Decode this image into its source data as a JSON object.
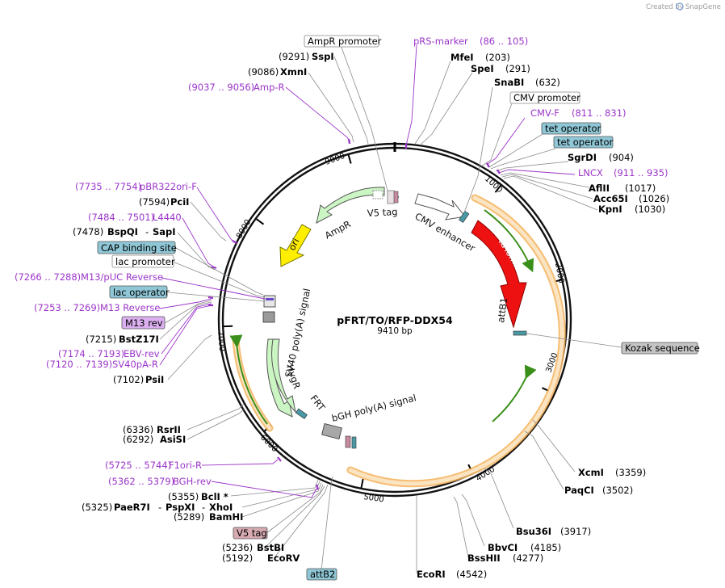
{
  "watermark": {
    "created_by": "Created by",
    "brand": "SnapGene"
  },
  "plasmid": {
    "name": "pFRT/TO/RFP-DDX54",
    "size": "9410 bp"
  },
  "ticks": [
    "1000",
    "2000",
    "3000",
    "4000",
    "5000",
    "6000",
    "7000",
    "8000",
    "9000"
  ],
  "features": {
    "cmv_enhancer": "CMV enhancer",
    "tdtomato": "tdTomato",
    "attb1": "attB1",
    "v5tag": "V5 tag",
    "ampr": "AmpR",
    "ori": "ori",
    "sv40": "SV40 poly(A) signal",
    "hygr": "HygR",
    "frt": "FRT",
    "bgh": "bGH poly(A) signal"
  },
  "labels": {
    "ampr_promoter": "AmpR promoter",
    "prs_marker": "pRS-marker",
    "prs_marker_pos": "(86 .. 105)",
    "mfei": "MfeI",
    "mfei_pos": "(203)",
    "spei": "SpeI",
    "spei_pos": "(291)",
    "snabi": "SnaBI",
    "snabi_pos": "(632)",
    "cmv_promoter": "CMV promoter",
    "cmvf": "CMV-F",
    "cmvf_pos": "(811 .. 831)",
    "tet_op1": "tet operator",
    "tet_op2": "tet operator",
    "sgrdi": "SgrDI",
    "sgrdi_pos": "(904)",
    "lncx": "LNCX",
    "lncx_pos": "(911 .. 935)",
    "aflii": "AflII",
    "aflii_pos": "(1017)",
    "acc65i": "Acc65I",
    "acc65i_pos": "(1026)",
    "kpni": "KpnI",
    "kpni_pos": "(1030)",
    "kozak": "Kozak sequence",
    "xcmi": "XcmI",
    "xcmi_pos": "(3359)",
    "paqci": "PaqCI",
    "paqci_pos": "(3502)",
    "bsu36i": "Bsu36I",
    "bsu36i_pos": "(3917)",
    "bbvci": "BbvCI",
    "bbvci_pos": "(4185)",
    "bsshii": "BssHII",
    "bsshii_pos": "(4277)",
    "ecori": "EcoRI",
    "ecori_pos": "(4542)",
    "attb2": "attB2",
    "ecorv": "EcoRV",
    "ecorv_pos": "(5192)",
    "bstbi": "BstBI",
    "bstbi_pos": "(5236)",
    "v5tag_box": "V5 tag",
    "bamhi": "BamHI",
    "bamhi_pos": "(5289)",
    "paer7i": "PaeR7I",
    "paer7i_pos": "(5325)",
    "pspxi": "PspXI",
    "xhoi": "XhoI",
    "bcli": "BclI *",
    "bcli_pos": "(5355)",
    "bghrev": "BGH-rev",
    "bghrev_pos": "(5362 .. 5379)",
    "f1orir": "F1ori-R",
    "f1orir_pos": "(5725 .. 5744)",
    "asisi": "AsiSI",
    "asisi_pos": "(6292)",
    "rsrii": "RsrII",
    "rsrii_pos": "(6336)",
    "psii": "PsiI",
    "psii_pos": "(7102)",
    "sv40par": "SV40pA-R",
    "sv40par_pos": "(7120 .. 7139)",
    "ebvrev": "EBV-rev",
    "ebvrev_pos": "(7174 .. 7193)",
    "bstz17i": "BstZ17I",
    "bstz17i_pos": "(7215)",
    "m13rev_box": "M13 rev",
    "m13reverse": "M13 Reverse",
    "m13reverse_pos": "(7253 .. 7269)",
    "lac_operator": "lac operator",
    "m13puc": "M13/pUC Reverse",
    "m13puc_pos": "(7266 .. 7288)",
    "lac_promoter": "lac promoter",
    "cap_site": "CAP binding site",
    "bspqi": "BspQI",
    "sapi": "SapI",
    "bspqi_pos": "(7478)",
    "l4440": "L4440",
    "l4440_pos": "(7484 .. 7501)",
    "pcii": "PciI",
    "pcii_pos": "(7594)",
    "pbr322": "pBR322ori-F",
    "pbr322_pos": "(7735 .. 7754)",
    "ampr_primer": "Amp-R",
    "ampr_primer_pos": "(9037 .. 9056)",
    "xmni": "XmnI",
    "xmni_pos": "(9086)",
    "sspi": "SspI",
    "sspi_pos": "(9291)"
  },
  "colors": {
    "primer": "#9b35c9",
    "tdtomato": "#ee1111",
    "ori": "#ffee00",
    "resistance": "#ccf5c4",
    "orange_band": "#f5b15a",
    "feature_box": "#8fc7d6",
    "m13_box": "#dcb0f0",
    "v5_box": "#d6aab0"
  }
}
